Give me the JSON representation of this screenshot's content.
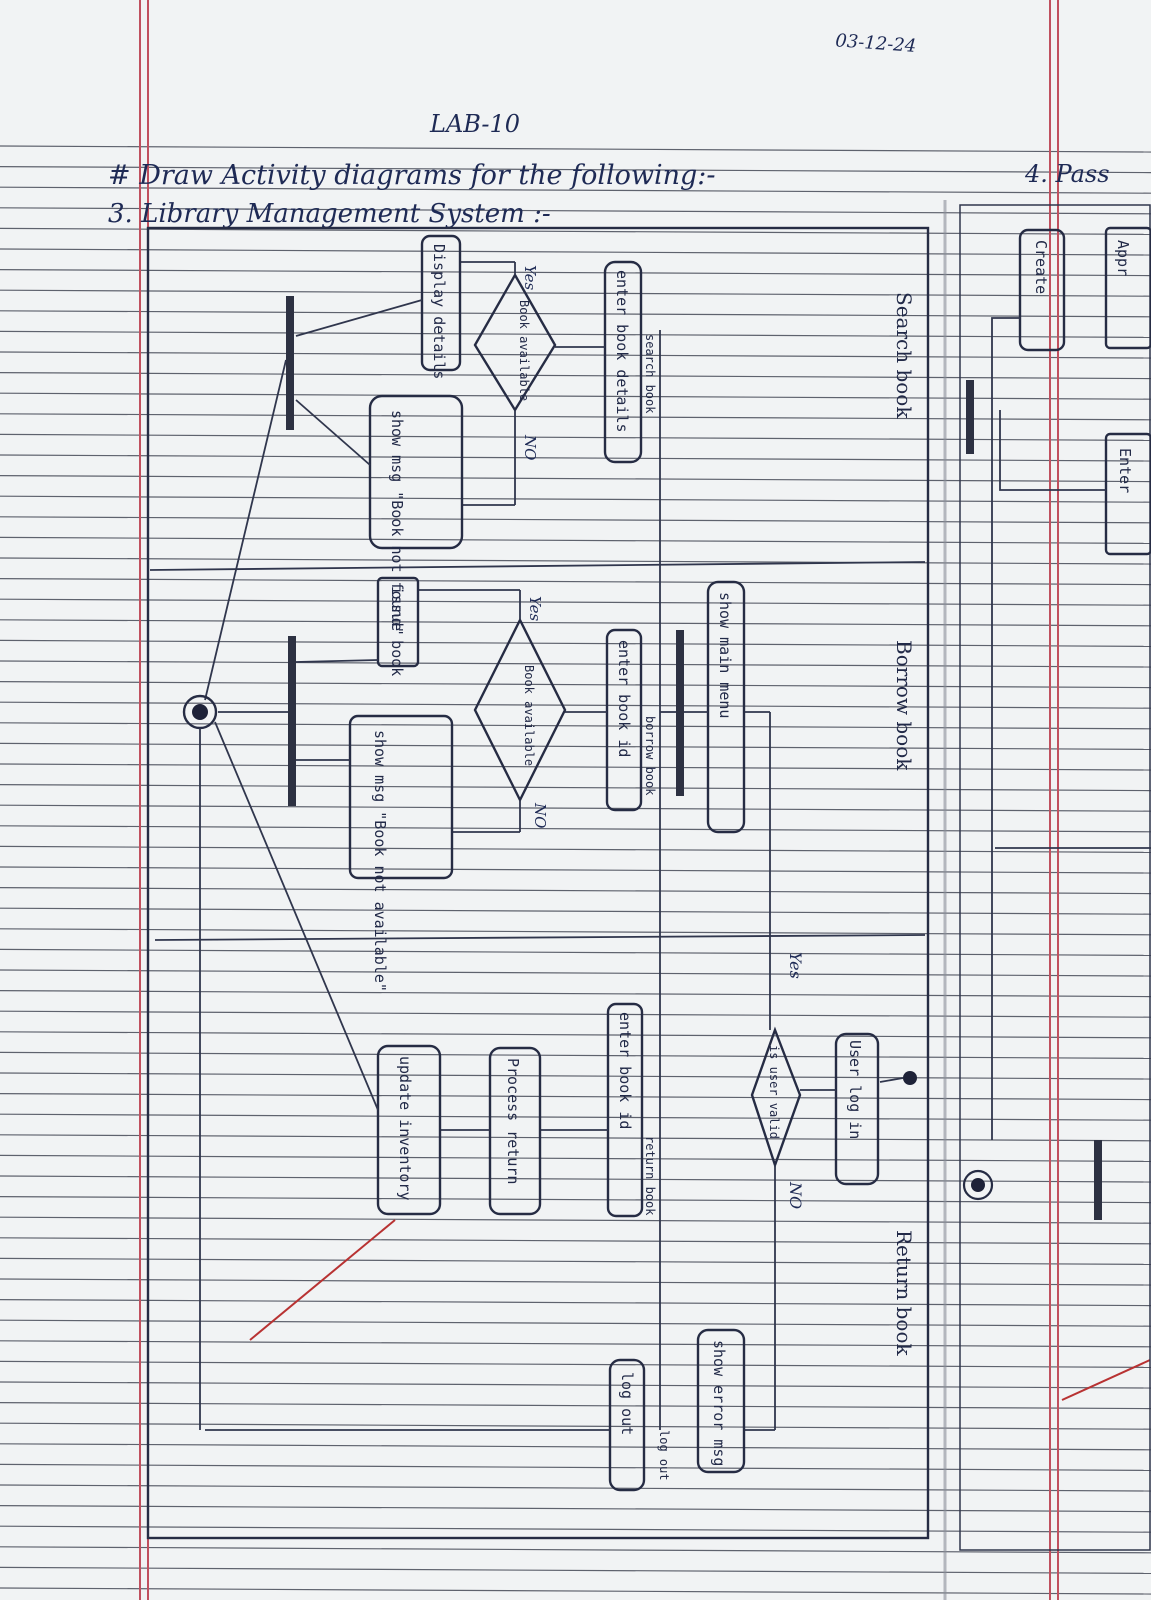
{
  "header": {
    "date": "03-12-24",
    "lab_title": "LAB-10",
    "task": "# Draw Activity diagrams for the following:-",
    "subtask": "3. Library Management System :-",
    "next_page_heading": "4. Pass"
  },
  "lanes": {
    "search": "Search book",
    "borrow": "Borrow book",
    "return": "Return book"
  },
  "nodes": {
    "user_login": "User log in",
    "is_user_valid": "is user valid",
    "show_error": "show error msg",
    "log_out": "log out",
    "show_main_menu": "show main menu",
    "enter_book_details": "enter book details",
    "book_available_1": "Book available",
    "display_details": "Display details",
    "show_msg_not_found": "show msg \"Book not found\"",
    "enter_book_id_borrow": "enter book id",
    "book_available_2": "Book available",
    "issue_book": "issue book",
    "show_msg_not_available": "show msg \"Book not available\"",
    "enter_book_id_return": "enter book id",
    "process_return": "Process return",
    "update_inventory": "update inventory"
  },
  "edge_labels": {
    "yes_valid": "Yes",
    "no_valid": "NO",
    "yes_found": "Yes",
    "no_found": "NO",
    "yes_avail": "Yes",
    "no_avail": "NO",
    "search_book": "search book",
    "borrow_book": "borrow book",
    "return_book": "return book",
    "log_out_edge": "log out"
  },
  "next_page_boxes": {
    "box1": "Create",
    "box2": "Appr",
    "box3": "Enter"
  },
  "colors": {
    "ink": "#1e2a55",
    "margin_line": "#c0505f",
    "ruled_line": "#2a2e3c",
    "paper": "#f1f3f4",
    "red_pen": "#b83232"
  }
}
